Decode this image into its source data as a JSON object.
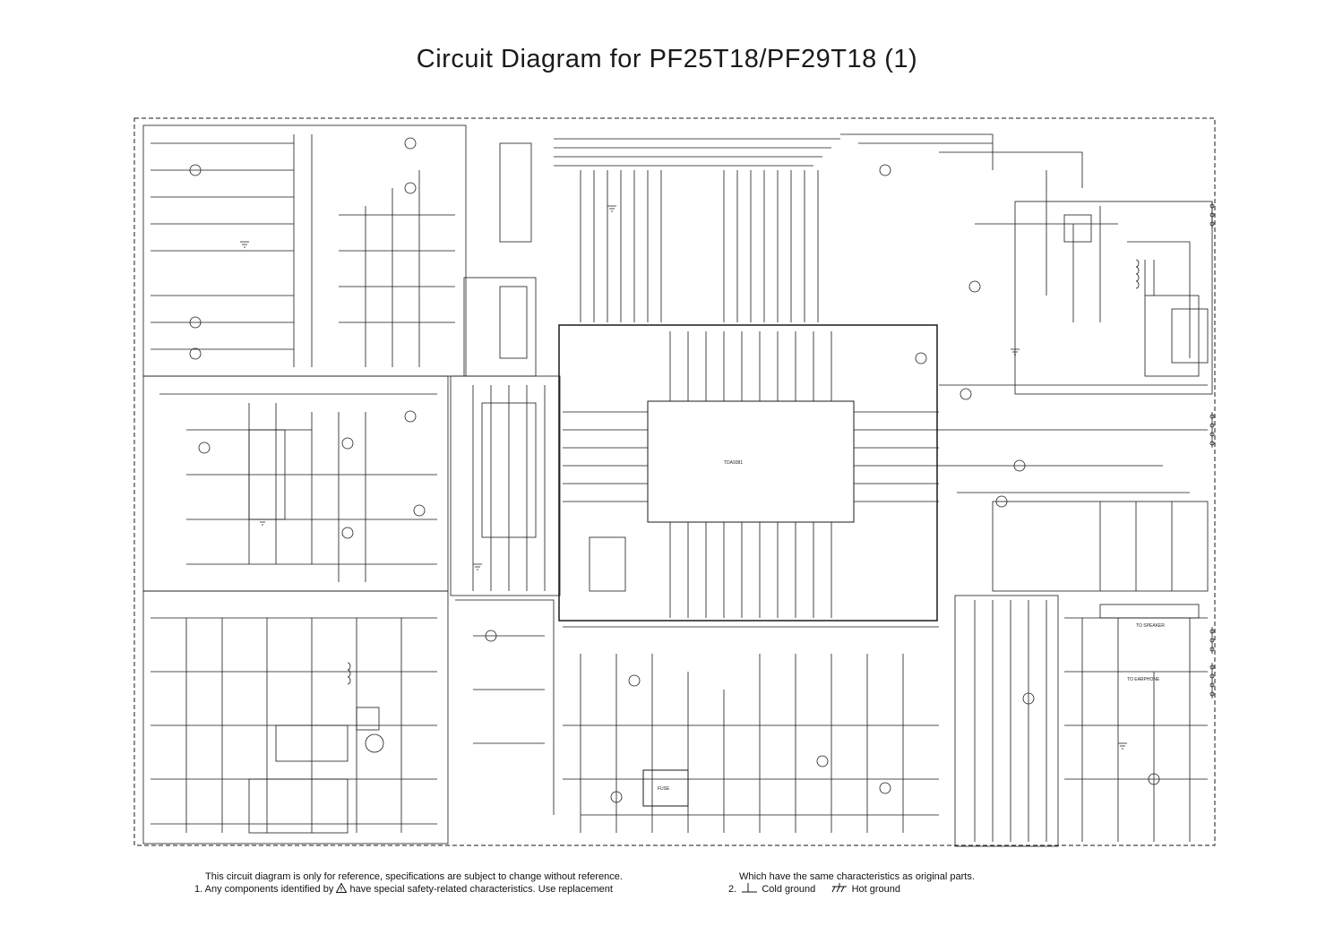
{
  "title": "Circuit Diagram for PF25T18/PF29T18 (1)",
  "notes": {
    "line1": "This circuit diagram is only for reference, specifications are subject to change without reference.",
    "line2_prefix": "1.   Any components identified by",
    "line2_suffix": "have special safety-related characteristics. Use replacement",
    "line3": "Which have the same characteristics as original parts.",
    "line4_prefix": "2.",
    "cold_ground": "Cold ground",
    "hot_ground": "Hot ground"
  },
  "labels": {
    "to_speaker": "TO SPEAKER",
    "to_earphone": "TO EARPHONE",
    "fuse": "FUSE",
    "main_ic": "TDA9381"
  },
  "colors": {
    "line": "#1a1a1a",
    "background": "#ffffff"
  }
}
